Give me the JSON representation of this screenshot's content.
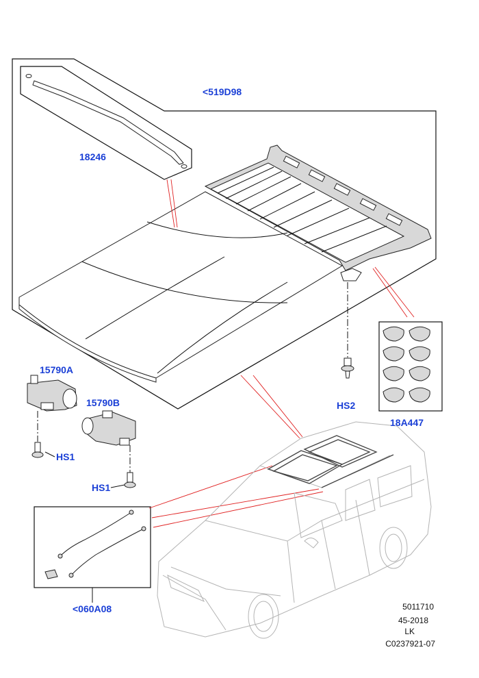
{
  "callouts": {
    "headliner_ref": "<519D98",
    "trim_strip": "18246",
    "motor_a": "15790A",
    "motor_b": "15790B",
    "bolt_hs1_a": "HS1",
    "bolt_hs1_b": "HS1",
    "bolt_hs2": "HS2",
    "pads": "18A447",
    "drain_tubes_ref": "<060A08"
  },
  "reference_block": {
    "line1": "5011710",
    "line2": "45-2018",
    "line3": "LK",
    "line4": "C0237921-07"
  },
  "colors": {
    "callout": "#1a3fd6",
    "leader_red": "#e02020",
    "outline": "#111111",
    "vehicle_grey": "#b3b3b3"
  }
}
